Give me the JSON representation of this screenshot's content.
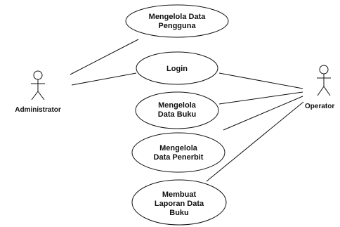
{
  "diagram": {
    "actors": [
      {
        "id": "admin",
        "label": "Administrator",
        "icon": "stick-figure-icon"
      },
      {
        "id": "operator",
        "label": "Operator",
        "icon": "stick-figure-icon"
      }
    ],
    "use_cases": [
      {
        "id": "uc-mengelola-data-pengguna",
        "lines": [
          "Mengelola Data",
          "Pengguna"
        ]
      },
      {
        "id": "uc-login",
        "lines": [
          "Login"
        ]
      },
      {
        "id": "uc-mengelola-data-buku",
        "lines": [
          "Mengelola",
          "Data Buku"
        ]
      },
      {
        "id": "uc-mengelola-data-penerbit",
        "lines": [
          "Mengelola",
          "Data Penerbit"
        ]
      },
      {
        "id": "uc-membuat-laporan-data-buku",
        "lines": [
          "Membuat",
          "Laporan Data",
          "Buku"
        ]
      }
    ],
    "associations": [
      {
        "from": "admin",
        "to": "uc-mengelola-data-pengguna"
      },
      {
        "from": "admin",
        "to": "uc-login"
      },
      {
        "from": "operator",
        "to": "uc-login"
      },
      {
        "from": "operator",
        "to": "uc-mengelola-data-buku"
      },
      {
        "from": "operator",
        "to": "uc-mengelola-data-penerbit"
      },
      {
        "from": "operator",
        "to": "uc-membuat-laporan-data-buku"
      }
    ]
  }
}
